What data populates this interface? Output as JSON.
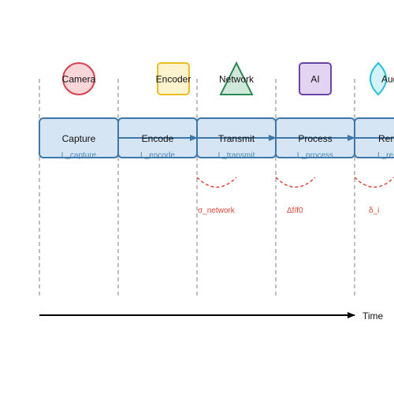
{
  "actors": [
    {
      "label": "Camera",
      "shape": "circle",
      "fill": "#f9d6da",
      "stroke": "#d9404b"
    },
    {
      "label": "Encoder",
      "shape": "rounded-rect",
      "fill": "#fdf3cc",
      "stroke": "#e9bf25"
    },
    {
      "label": "Network",
      "shape": "triangle",
      "fill": "#d0e8da",
      "stroke": "#2e8a55"
    },
    {
      "label": "AI",
      "shape": "rounded-rect",
      "fill": "#e3d5f1",
      "stroke": "#6a45a8"
    },
    {
      "label": "Aud",
      "shape": "lens",
      "fill": "#d3f3f8",
      "stroke": "#22c2dd"
    }
  ],
  "stages": [
    {
      "label": "Capture",
      "latency": "L_capture"
    },
    {
      "label": "Encode",
      "latency": "L_encode"
    },
    {
      "label": "Transmit",
      "latency": "L_transmit"
    },
    {
      "label": "Process",
      "latency": "L_process"
    },
    {
      "label": "Ren",
      "latency": "L_re"
    }
  ],
  "variations": [
    "σ_network",
    "Δf/f0",
    "δ_i"
  ],
  "time_axis_label": "Time",
  "colors": {
    "stage_fill": "#d5e5f3",
    "stage_stroke": "#3d77a7",
    "arrow": "#3d77a7",
    "lifeline": "#aaaaaa",
    "variation": "#dd4433",
    "axis": "#000000"
  }
}
